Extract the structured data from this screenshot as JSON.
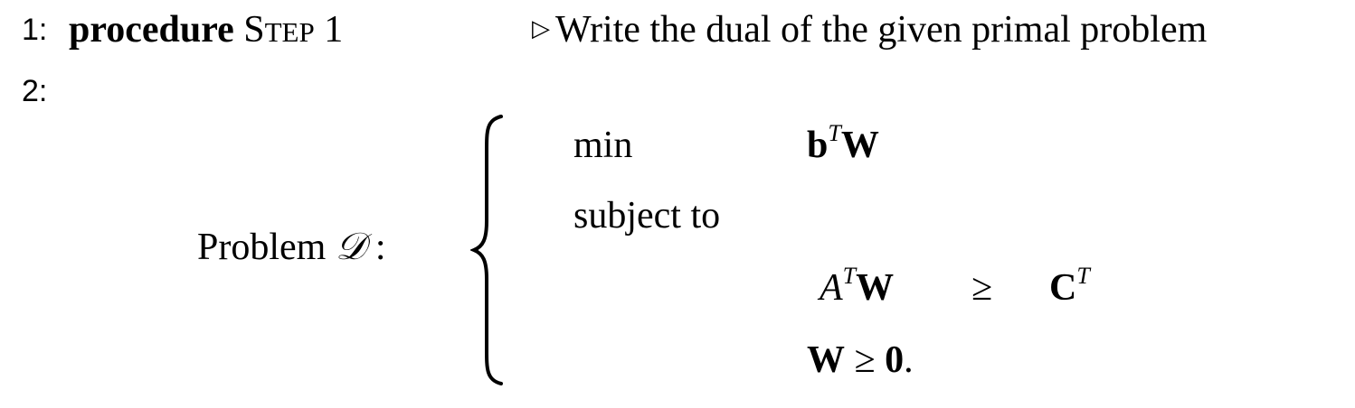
{
  "lines": [
    {
      "number": "1:",
      "keyword": "procedure",
      "name_first": "S",
      "name_rest": "TEP",
      "name_number": "1",
      "comment_marker": "▷",
      "comment": "Write the dual of the given primal problem"
    },
    {
      "number": "2:"
    }
  ],
  "problem": {
    "label": "Problem",
    "symbol": "𝒟",
    "colon": ":",
    "objective_keyword": "min",
    "objective_expr": {
      "base1": "b",
      "sup1": "T",
      "base2": "W"
    },
    "subject_to": "subject to",
    "constraint1": {
      "lhs_base1": "A",
      "lhs_sup": "T",
      "lhs_base2": "W",
      "relation": "≥",
      "rhs_base": "C",
      "rhs_sup": "T"
    },
    "constraint2": {
      "lhs": "W",
      "relation": "≥",
      "rhs": "0",
      "end": "."
    }
  }
}
